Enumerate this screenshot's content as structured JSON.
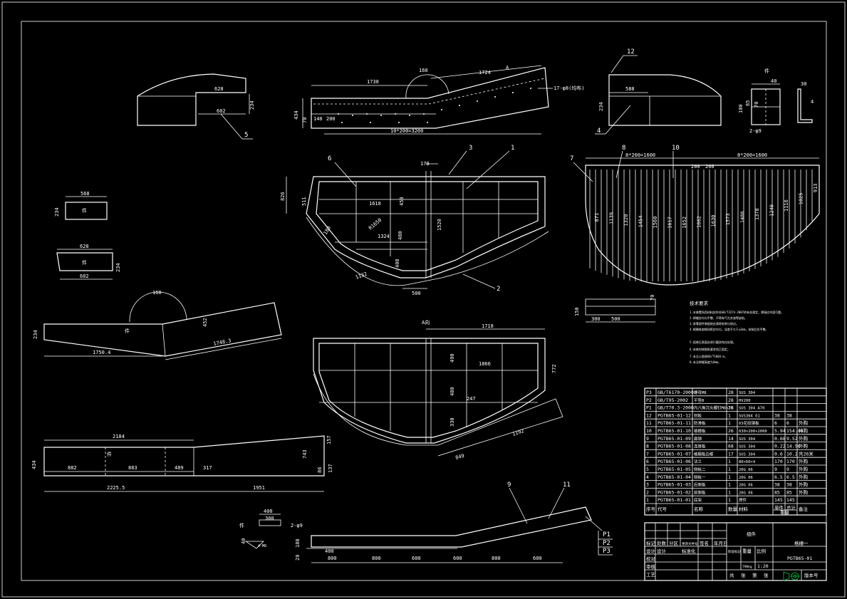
{
  "views": {
    "top_left": {
      "dims": [
        "628",
        "602",
        "234"
      ],
      "part": "5"
    },
    "side_rail": {
      "dims": [
        "1738",
        "1724",
        "160",
        "434",
        "70",
        "140",
        "200",
        "10*200=3200",
        "A"
      ],
      "note": "17-φ8(均布)"
    },
    "top_right": {
      "dims": [
        "588",
        "234"
      ],
      "parts": [
        "12",
        "4"
      ]
    },
    "bracket": {
      "dims": [
        "40",
        "30",
        "85",
        "70",
        "100",
        "4"
      ],
      "title": "件",
      "holes": "2-φ9"
    },
    "small_a": {
      "dims": [
        "568",
        "234"
      ],
      "tag": "件"
    },
    "small_b": {
      "dims": [
        "628",
        "602",
        "234"
      ],
      "tag": "件"
    },
    "bent": {
      "dims": [
        "160",
        "234",
        "452",
        "1750.4",
        "1748.3"
      ],
      "tag": "件"
    },
    "long_plate": {
      "dims": [
        "2184",
        "434",
        "882",
        "883",
        "489",
        "317",
        "2225.5",
        "1951",
        "743",
        "86",
        "157",
        "137"
      ],
      "tag": "件"
    },
    "frame_top": {
      "dims": [
        "178",
        "R1650",
        "450",
        "1618",
        "1324",
        "1520",
        "511",
        "826",
        "408",
        "1132",
        "500",
        "480",
        "180"
      ],
      "parts": [
        "6",
        "3",
        "1",
        "2"
      ]
    },
    "frame_bottom": {
      "title": "A向",
      "dims": [
        "1718",
        "490",
        "1866",
        "480",
        "247",
        "772",
        "330",
        "849",
        "1192"
      ]
    },
    "grate": {
      "spans": [
        "8*200=1600",
        "8*200=1600",
        "200",
        "200"
      ],
      "verticals": [
        "871",
        "1139",
        "1320",
        "1454",
        "1560",
        "1617",
        "1652",
        "1662",
        "1630",
        "1573",
        "1486",
        "1378",
        "1240",
        "1116",
        "1025",
        "913"
      ],
      "parts": [
        "7",
        "8",
        "10"
      ]
    },
    "section": {
      "dims": [
        "150",
        "300",
        "500",
        "70"
      ]
    },
    "plank": {
      "dims": [
        "400",
        "300",
        "2-φ9",
        "40",
        "180",
        "20",
        "400",
        "800",
        "800",
        "600",
        "600",
        "800",
        "600",
        "4-M8"
      ],
      "tag": "件",
      "parts": [
        "9",
        "11"
      ]
    },
    "pipes": [
      "P1",
      "P2",
      "P3"
    ]
  },
  "notes": {
    "title": "技术要求",
    "items": [
      "1.本装置所用材料应符合GB/T3274-2007的有关规定，焊接应牢固可靠。",
      "2.焊缝应均匀平整，不得有气孔夹渣等缺陷。",
      "3.各零部件装配前应清除毛刺与锐边。",
      "4.格栅各扁钢间距应均匀，误差不大于±2mm，安装后应平整。",
      "5.组装后表面应进行酸洗钝化处理。",
      "6.安装时按图纸要求找正固定。",
      "7.未注公差按GB/T1804-m。",
      "8.未注焊缝高度为4mm。"
    ]
  },
  "bom": {
    "header": [
      "序号",
      "代号",
      "名称",
      "数量",
      "材料",
      "单件",
      "总计",
      "备注"
    ],
    "weight_header": "重量",
    "rows": [
      [
        "P3",
        "GB/T6170-2000",
        "螺母M8",
        "28",
        "SUS 304",
        "",
        "",
        ""
      ],
      [
        "P2",
        "GB/T95-2002",
        "平垫8",
        "28",
        "HV200",
        "",
        "",
        ""
      ],
      [
        "P1",
        "GB/T70.3-2000",
        "内六角沉头螺钉M8×16",
        "28",
        "SUS 304 A70",
        "",
        "",
        ""
      ],
      [
        "12",
        "PGTB65-01-12",
        "封板",
        "1",
        "SUS304 δ1",
        "38",
        "38",
        ""
      ],
      [
        "11",
        "PGTB65-01-11",
        "防滑板",
        "1",
        "δ3花纹钢板",
        "6",
        "6",
        "外购"
      ],
      [
        "10",
        "PGTB65-01-10",
        "格栅板",
        "26",
        "δ30×200×2000",
        "5.94",
        "154.44",
        "外购"
      ],
      [
        "9",
        "PGTB65-01-09",
        "扁钢",
        "14",
        "SUS 304",
        "0.68",
        "9.52",
        "外购"
      ],
      [
        "8",
        "PGTB65-01-08",
        "连接板",
        "68",
        "SUS 304",
        "0.22",
        "14.96",
        "外购"
      ],
      [
        "7",
        "PGTB65-01-07",
        "格栅板边框",
        "17",
        "SUS 304",
        "0.6",
        "10.2",
        "共26米"
      ],
      [
        "6",
        "PGTB65-01-06",
        "法兰",
        "1",
        "80×60×4",
        "170",
        "170",
        "外购"
      ],
      [
        "5",
        "PGTB65-01-05",
        "侧板二",
        "1",
        "20G δ6",
        "9",
        "9",
        "外购"
      ],
      [
        "4",
        "PGTB65-01-04",
        "侧板一",
        "1",
        "20G δ6",
        "6.5",
        "6.5",
        "外购"
      ],
      [
        "3",
        "PGTB65-01-03",
        "后侧板",
        "1",
        "20G δ6",
        "38",
        "38",
        "外购"
      ],
      [
        "2",
        "PGTB65-01-02",
        "前侧板",
        "1",
        "20G δ6",
        "85",
        "85",
        "外购"
      ],
      [
        "1",
        "PGTB65-01-01",
        "底架",
        "1",
        "焊件",
        "145",
        "145",
        ""
      ]
    ]
  },
  "title_block": {
    "material": "组件",
    "name": "格栅一",
    "drawing_no": "PGTB65-01",
    "left_labels": [
      "设计",
      "校对",
      "审核",
      "工艺"
    ],
    "header_cells": [
      "标记",
      "处数",
      "分区",
      "更改文件号",
      "签名",
      "年月日"
    ],
    "row2": [
      "设计",
      "标准化"
    ],
    "stage_cells": [
      "阶段标记",
      "重量",
      "比例"
    ],
    "sheet": [
      "共",
      "张",
      "第",
      "张"
    ],
    "scale": "1:20",
    "weight": "790kg",
    "revision": "版本号"
  },
  "colors": {
    "line": "#ffffff",
    "logo": "#00cc44",
    "background": "#000000"
  }
}
